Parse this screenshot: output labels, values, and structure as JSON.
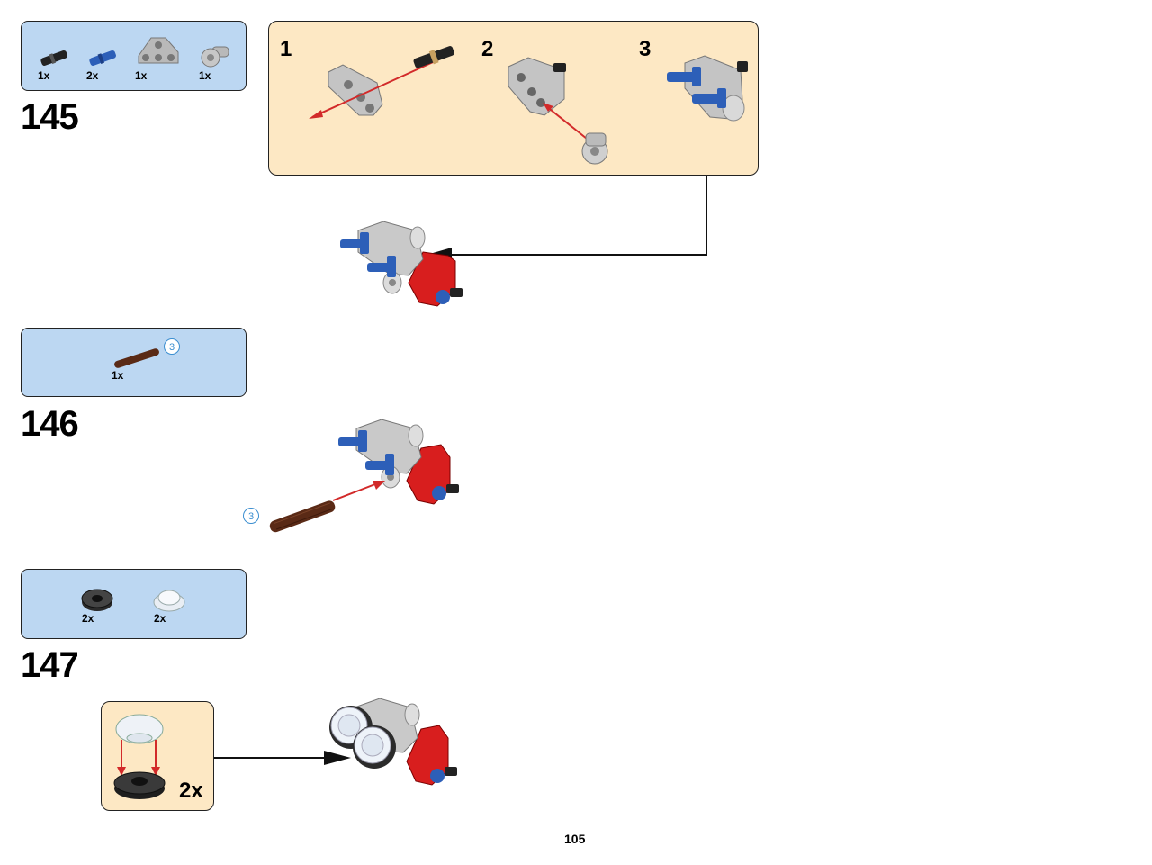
{
  "steps": [
    {
      "number": "145",
      "parts": [
        {
          "qty": "1x",
          "icon": "black-connector-pin-icon"
        },
        {
          "qty": "2x",
          "icon": "blue-axle-pin-icon"
        },
        {
          "qty": "1x",
          "icon": "gray-triple-beam-icon"
        },
        {
          "qty": "1x",
          "icon": "gray-angle-connector-icon"
        }
      ],
      "substeps": [
        "1",
        "2",
        "3"
      ]
    },
    {
      "number": "146",
      "parts": [
        {
          "qty": "1x",
          "icon": "brown-axle-icon",
          "length": "3"
        }
      ],
      "callout_length": "3"
    },
    {
      "number": "147",
      "parts": [
        {
          "qty": "2x",
          "icon": "black-round-plate-icon"
        },
        {
          "qty": "2x",
          "icon": "clear-dish-icon"
        }
      ],
      "sub_multiplier": "2x"
    }
  ],
  "page_number": "105",
  "colors": {
    "parts_box": "#bcd7f2",
    "substep_box": "#fde8c4",
    "arrow": "#d22a2a",
    "model_red": "#d81e1e",
    "model_gray": "#c9c9c9",
    "model_blue": "#2d5fb8"
  }
}
